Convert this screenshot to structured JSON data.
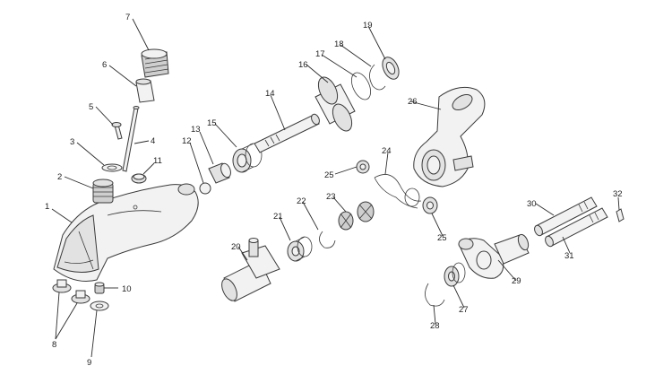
{
  "callouts": [
    {
      "id": "1",
      "text": "1"
    },
    {
      "id": "2",
      "text": "2"
    },
    {
      "id": "3",
      "text": "3"
    },
    {
      "id": "4",
      "text": "4"
    },
    {
      "id": "5",
      "text": "5"
    },
    {
      "id": "6",
      "text": "6"
    },
    {
      "id": "7",
      "text": "7"
    },
    {
      "id": "8",
      "text": "8"
    },
    {
      "id": "9",
      "text": "9"
    },
    {
      "id": "10",
      "text": "10"
    },
    {
      "id": "11",
      "text": "11"
    },
    {
      "id": "12",
      "text": "12"
    },
    {
      "id": "13",
      "text": "13"
    },
    {
      "id": "14",
      "text": "14"
    },
    {
      "id": "15",
      "text": "15"
    },
    {
      "id": "16",
      "text": "16"
    },
    {
      "id": "17",
      "text": "17"
    },
    {
      "id": "18",
      "text": "18"
    },
    {
      "id": "19",
      "text": "19"
    },
    {
      "id": "20",
      "text": "20"
    },
    {
      "id": "21",
      "text": "21"
    },
    {
      "id": "22",
      "text": "22"
    },
    {
      "id": "23",
      "text": "23"
    },
    {
      "id": "24",
      "text": "24"
    },
    {
      "id": "25a",
      "text": "25"
    },
    {
      "id": "25b",
      "text": "25"
    },
    {
      "id": "26",
      "text": "26"
    },
    {
      "id": "27",
      "text": "27"
    },
    {
      "id": "28",
      "text": "28"
    },
    {
      "id": "29",
      "text": "29"
    },
    {
      "id": "30",
      "text": "30"
    },
    {
      "id": "31",
      "text": "31"
    },
    {
      "id": "32",
      "text": "32"
    }
  ]
}
